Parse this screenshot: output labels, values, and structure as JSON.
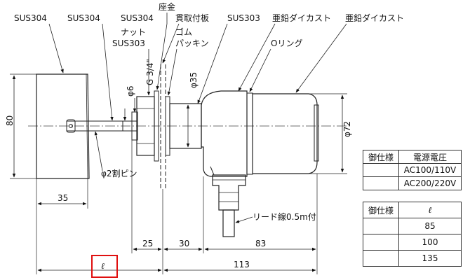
{
  "labels": {
    "sus304_a": "SUS304",
    "sus304_b": "SUS304",
    "zagane": "座金",
    "sus304_c": "SUS304",
    "nut": "ナット",
    "sus303_a": "SUS303",
    "kantoritsuke": "貫取付板",
    "gomu": "ゴム",
    "packing": "パッキン",
    "sus303_b": "SUS303",
    "zinc_1": "亜鉛ダイカスト",
    "zinc_2": "亜鉛ダイカスト",
    "o_ring": "Oリング",
    "split_pin": "φ2割ピン",
    "lead_wire": "リード線0.5m付",
    "thread": "G 3/4\"",
    "phi6": "φ6",
    "phi35": "φ35",
    "phi72": "φ72"
  },
  "dims": {
    "d80": "80",
    "d35": "35",
    "d25": "25",
    "d30": "30",
    "d83": "83",
    "d113": "113",
    "ell": "ℓ"
  },
  "table_voltage": {
    "header_spec": "御仕様",
    "header_voltage": "電源電圧",
    "rows": [
      {
        "spec": "",
        "voltage": "AC100/110V"
      },
      {
        "spec": "",
        "voltage": "AC200/220V"
      }
    ]
  },
  "table_length": {
    "header_spec": "御仕様",
    "header_len": "ℓ",
    "rows": [
      {
        "spec": "",
        "len": "85"
      },
      {
        "spec": "",
        "len": "100"
      },
      {
        "spec": "",
        "len": "135"
      }
    ]
  }
}
